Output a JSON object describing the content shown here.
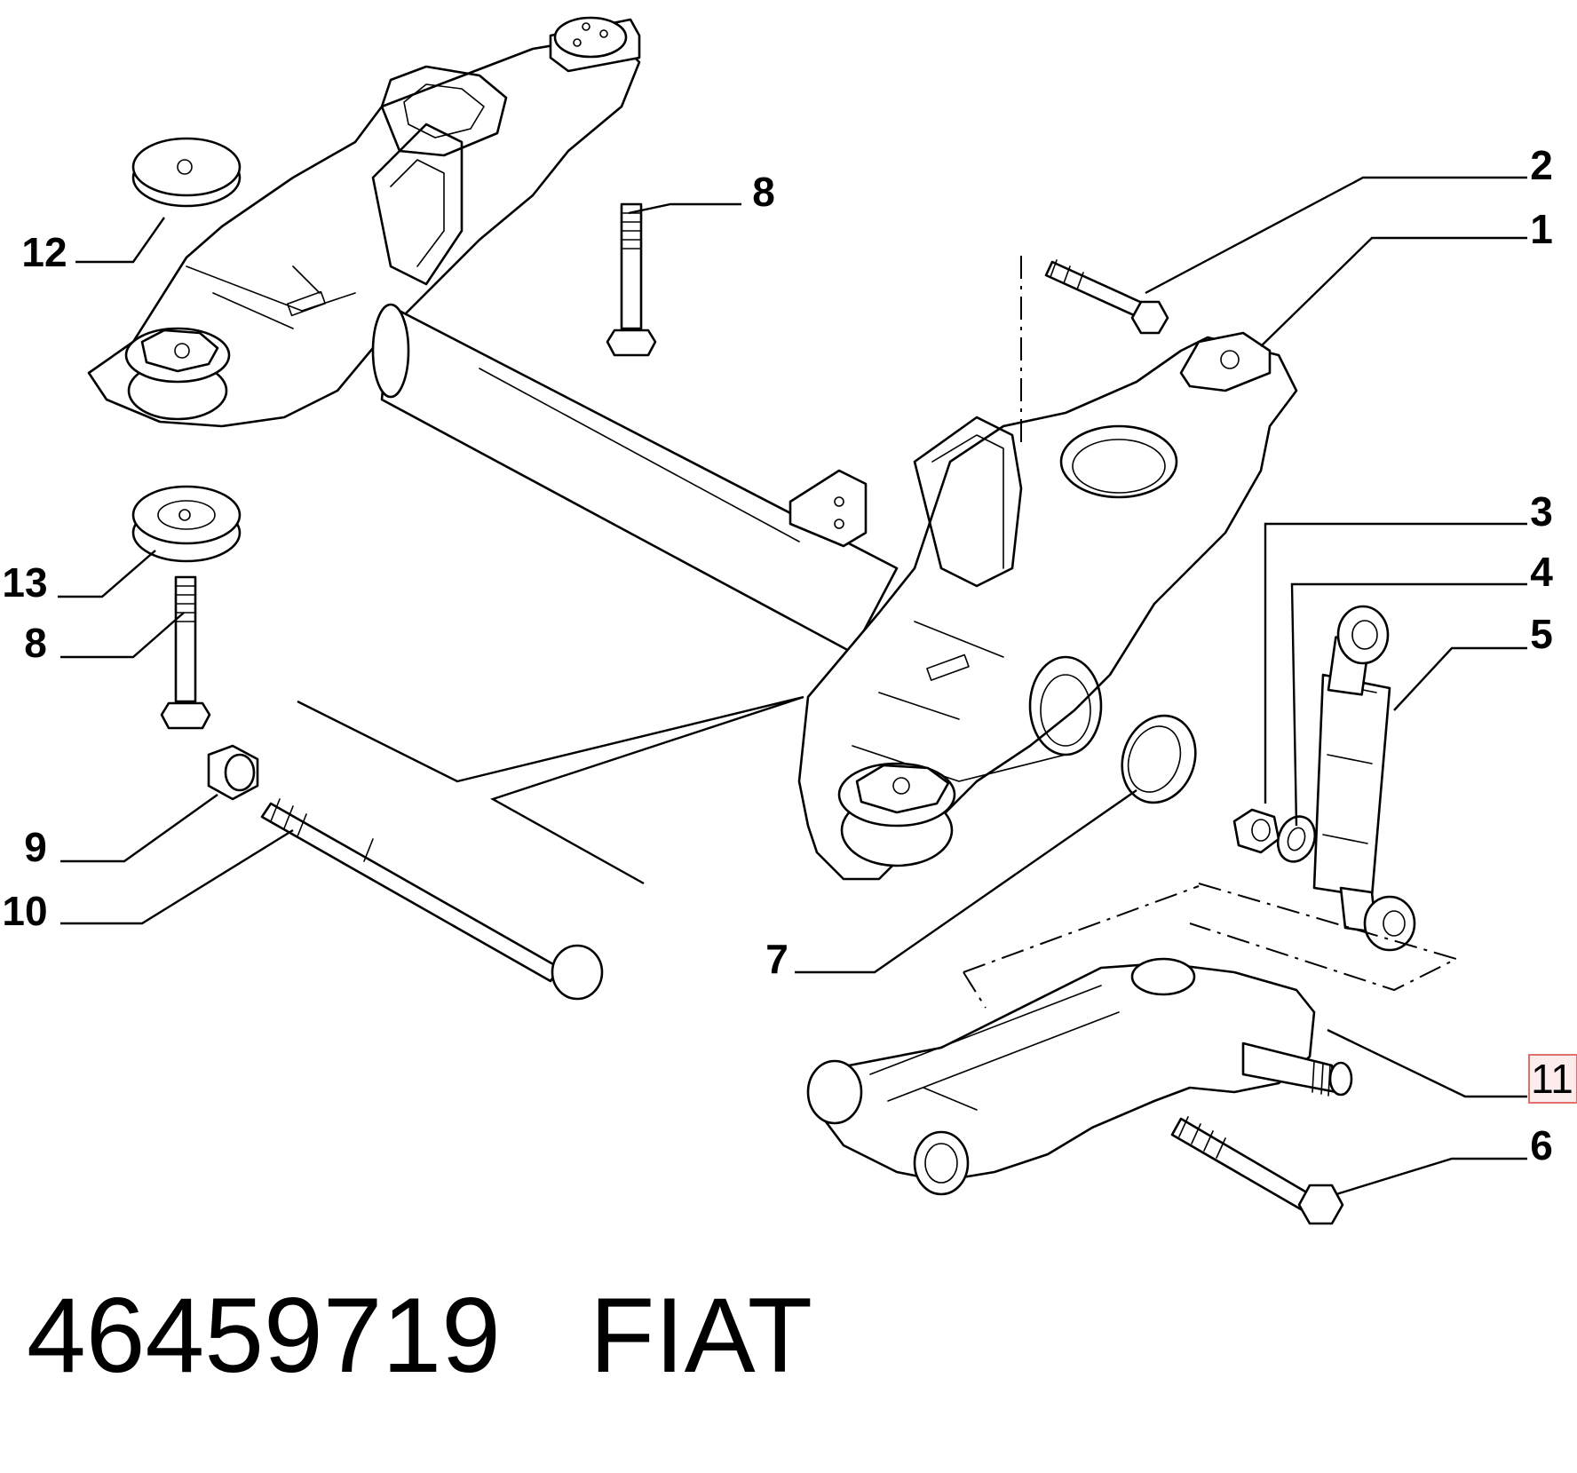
{
  "caption": {
    "part_number": "46459719",
    "brand": "FIAT"
  },
  "callouts": [
    {
      "id": "c1",
      "label": "1"
    },
    {
      "id": "c2",
      "label": "2"
    },
    {
      "id": "c3",
      "label": "3"
    },
    {
      "id": "c4",
      "label": "4"
    },
    {
      "id": "c5",
      "label": "5"
    },
    {
      "id": "c6",
      "label": "6"
    },
    {
      "id": "c7",
      "label": "7"
    },
    {
      "id": "c8a",
      "label": "8"
    },
    {
      "id": "c8b",
      "label": "8"
    },
    {
      "id": "c9",
      "label": "9"
    },
    {
      "id": "c10",
      "label": "10"
    },
    {
      "id": "c11",
      "label": "11",
      "highlighted": true
    },
    {
      "id": "c12",
      "label": "12"
    },
    {
      "id": "c13",
      "label": "13"
    }
  ],
  "colors": {
    "line": "#000000",
    "background": "#ffffff",
    "highlight_fill": "#fdecec",
    "highlight_border": "#e07070"
  }
}
